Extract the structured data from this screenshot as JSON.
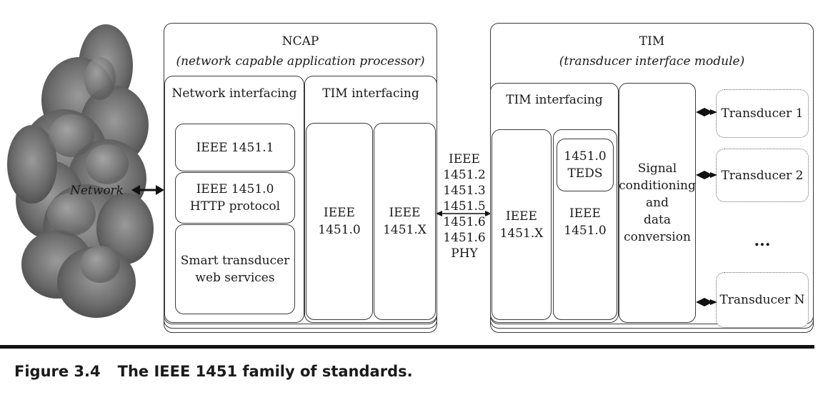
{
  "network": {
    "label": "Network"
  },
  "ncap": {
    "title": "NCAP",
    "subtitle": "(network capable application processor)",
    "network_interfacing": "Network interfacing",
    "tim_interfacing": "TIM interfacing",
    "ieee_1451_1": "IEEE 1451.1",
    "http_line1": "IEEE 1451.0",
    "http_line2": "HTTP protocol",
    "web_line1": "Smart transducer",
    "web_line2": "web services",
    "col1_line1": "IEEE",
    "col1_line2": "1451.0",
    "col2_line1": "IEEE",
    "col2_line2": "1451.X"
  },
  "phy": {
    "lines": [
      "IEEE",
      "1451.2",
      "1451.3",
      "1451.5",
      "1451.6",
      "1451.6",
      "PHY"
    ]
  },
  "tim": {
    "title": "TIM",
    "subtitle": "(transducer interface module)",
    "tim_interfacing": "TIM interfacing",
    "colx_line1": "IEEE",
    "colx_line2": "1451.X",
    "teds_line1": "1451.0",
    "teds_line2": "TEDS",
    "col0_line1": "IEEE",
    "col0_line2": "1451.0",
    "signal_lines": [
      "Signal",
      "conditioning",
      "and",
      "data",
      "conversion"
    ],
    "transducers": [
      "Transducer 1",
      "Transducer 2",
      "Transducer N"
    ],
    "ellipsis": "..."
  },
  "caption": {
    "number": "Figure 3.4",
    "text": "The IEEE 1451 family of standards."
  }
}
